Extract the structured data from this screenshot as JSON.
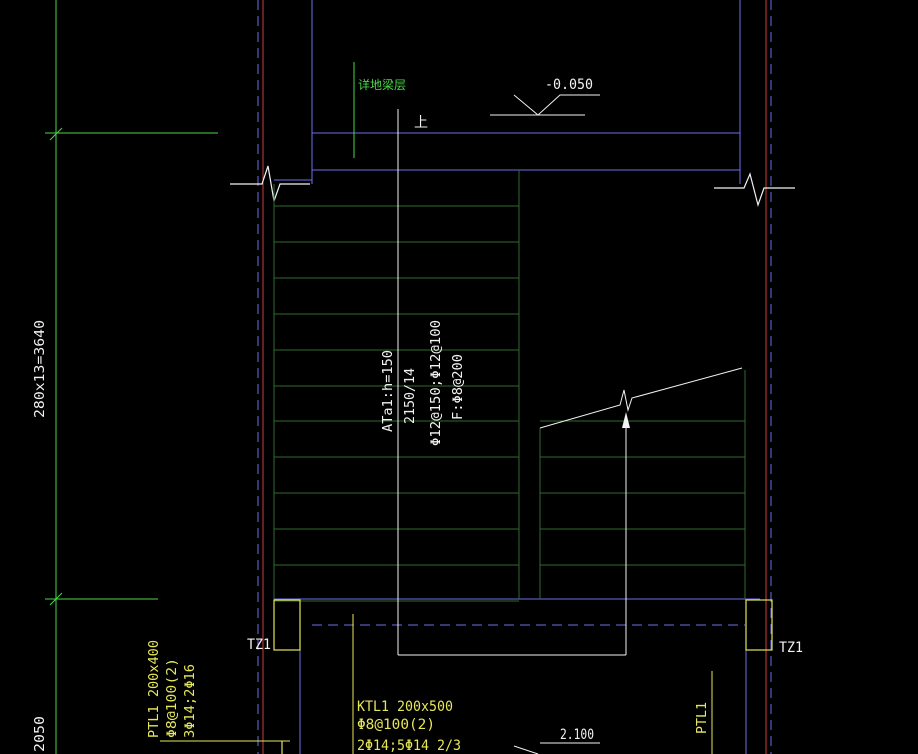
{
  "colors": {
    "background": "#000000",
    "white": "#f2f2f2",
    "blue": "#6e6ef0",
    "green": "#49d649",
    "yellow": "#e6e65a",
    "red": "#d23c3c",
    "tread": "#2f6a2f",
    "cyan": "#4fa6d6"
  },
  "labels": {
    "floor_note": "详地梁层",
    "level_top": "-0.050",
    "up_mark": "上",
    "dim_steps": "280x13=3640",
    "dim_bottom": "2050",
    "stair_line1": "ATa1:h=150",
    "stair_line2": "2150/14",
    "stair_line3": "Φ12@150;Φ12@100",
    "stair_line4": "F:Φ8@200",
    "column_left": "TZ1",
    "column_right": "TZ1",
    "ptl_line1": "PTL1 200x400",
    "ptl_line2": "Φ8@100(2)",
    "ptl_line3": "3Φ14;2Φ16",
    "ktl_line1": "KTL1 200x500",
    "ktl_line2": "Φ8@100(2)",
    "ktl_line3": "2Φ14;5Φ14 2/3",
    "ptl_right": "PTL1",
    "level_bottom": "2.100"
  }
}
